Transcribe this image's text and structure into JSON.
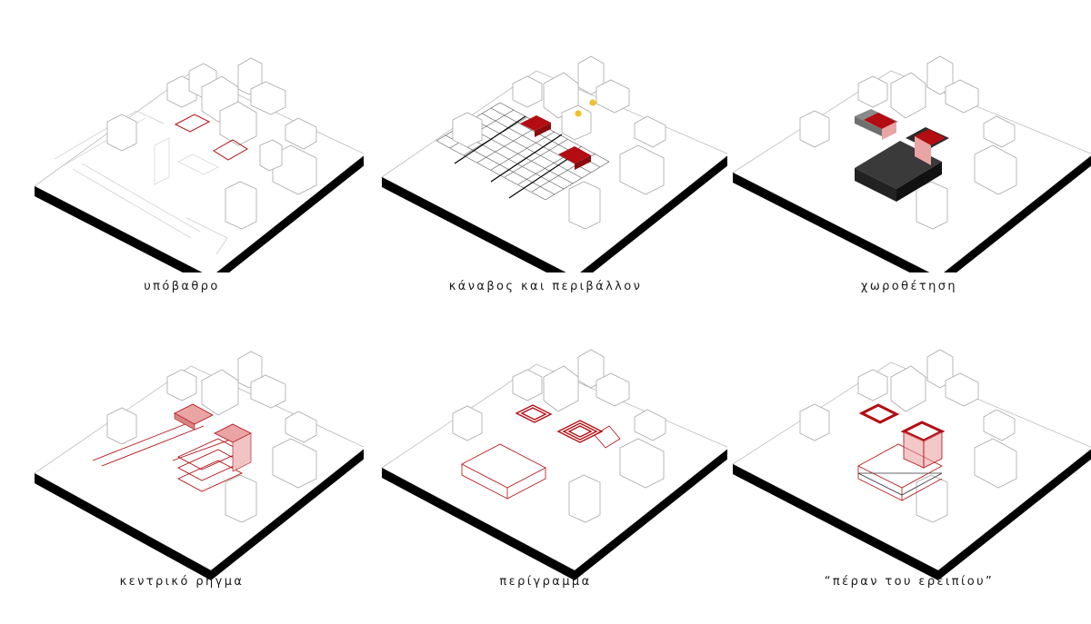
{
  "panels": [
    {
      "caption": "υπόβαθρο"
    },
    {
      "caption": "κάναβος και περιβάλλον"
    },
    {
      "caption": "χωροθέτηση"
    },
    {
      "caption": "κεντρικό ρήγμα"
    },
    {
      "caption": "περίγραμμα"
    },
    {
      "caption": "“πέραν του ερειπίου”"
    }
  ],
  "colors": {
    "accent_red": "#b30d12",
    "accent_pink": "#e9a4a4",
    "massing_dark": "#333333",
    "massing_grey": "#8a8a8a",
    "highlight_yellow": "#f2c12e",
    "line_grey": "#b9b9b9",
    "base_black": "#000000"
  }
}
